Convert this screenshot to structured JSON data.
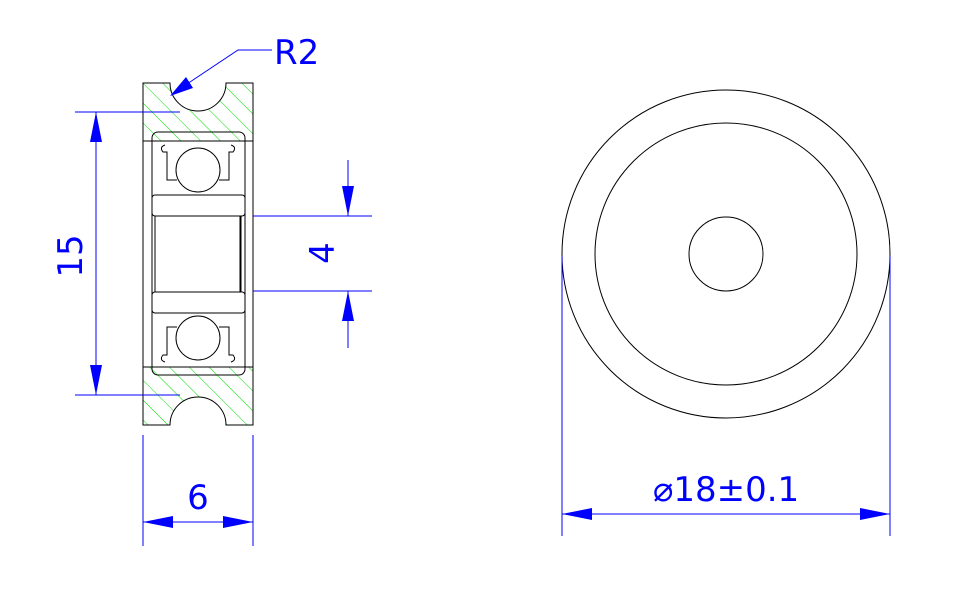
{
  "drawing": {
    "radius_label": "R2",
    "height_label": "15",
    "bore_label": "4",
    "width_label": "6",
    "diameter_label": "⌀18±0.1"
  },
  "colors": {
    "dimension": "#0000ff",
    "hatch": "#00dd00",
    "outline": "#000000"
  }
}
